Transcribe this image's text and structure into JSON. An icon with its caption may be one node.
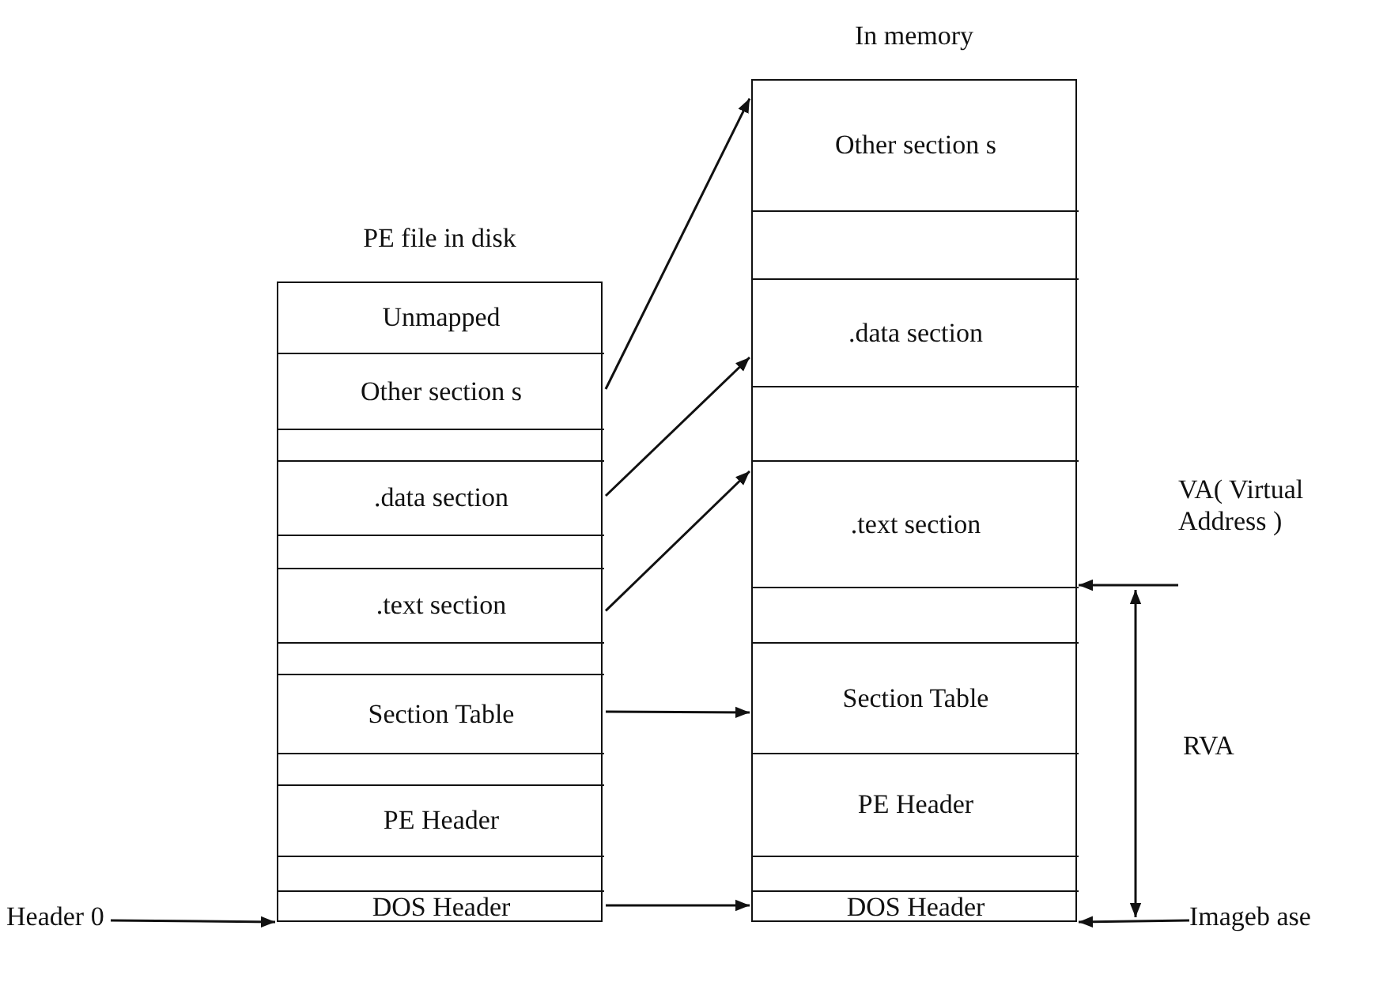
{
  "diagram": {
    "nodes": [
      {
        "text": [
          "PE file in disk"
        ]
      },
      {
        "text": [
          "Unmapped"
        ],
        "in": 0
      },
      {
        "text": [
          "Other section s"
        ],
        "in": 0
      },
      {
        "text": [],
        "shape": "box",
        "in": 0
      },
      {
        "text": [
          ".data section"
        ],
        "in": 0
      },
      {
        "text": [],
        "shape": "box",
        "in": 0
      },
      {
        "text": [
          ".text section"
        ],
        "in": 0
      },
      {
        "text": [],
        "shape": "box",
        "in": 0
      },
      {
        "text": [
          "Section Table"
        ],
        "in": 0
      },
      {
        "text": [],
        "shape": "box",
        "in": 0
      },
      {
        "text": [
          "PE Header"
        ],
        "in": 0
      },
      {
        "text": [],
        "shape": "box",
        "in": 0
      },
      {
        "text": [
          "DOS Header"
        ],
        "in": 0
      },
      {
        "text": [
          "In memory"
        ]
      },
      {
        "text": [
          "Other section s"
        ],
        "in": 13
      },
      {
        "text": [],
        "shape": "box",
        "in": 13
      },
      {
        "text": [
          ".data section"
        ],
        "in": 13
      },
      {
        "text": [],
        "shape": "box",
        "in": 13
      },
      {
        "text": [
          ".text section"
        ],
        "in": 13
      },
      {
        "text": [],
        "shape": "box",
        "in": 13
      },
      {
        "text": [
          "Section Table"
        ],
        "in": 13
      },
      {
        "text": [
          "PE Header"
        ],
        "in": 13
      },
      {
        "text": [],
        "shape": "box",
        "in": 13
      },
      {
        "text": [
          "DOS Header"
        ],
        "in": 13
      },
      {
        "text": [
          "Header 0"
        ]
      },
      {
        "text": [
          "VA( Virtual Address )"
        ]
      },
      {
        "text": [
          "Imageb ase"
        ]
      }
    ],
    "edges": [
      {
        "from": 2,
        "to": 14,
        "arrow": "to"
      },
      {
        "from": 4,
        "to": 16,
        "arrow": "to"
      },
      {
        "from": 6,
        "to": 18,
        "arrow": "to"
      },
      {
        "from": 8,
        "to": 20,
        "arrow": "to"
      },
      {
        "from": 12,
        "to": 23,
        "arrow": "to"
      },
      {
        "from": 24,
        "to": 12,
        "arrow": "to"
      },
      {
        "from": 25,
        "to": 19,
        "arrow": "to"
      },
      {
        "from": 26,
        "to": 23,
        "arrow": "to"
      }
    ],
    "labels": [
      "RVA"
    ]
  }
}
